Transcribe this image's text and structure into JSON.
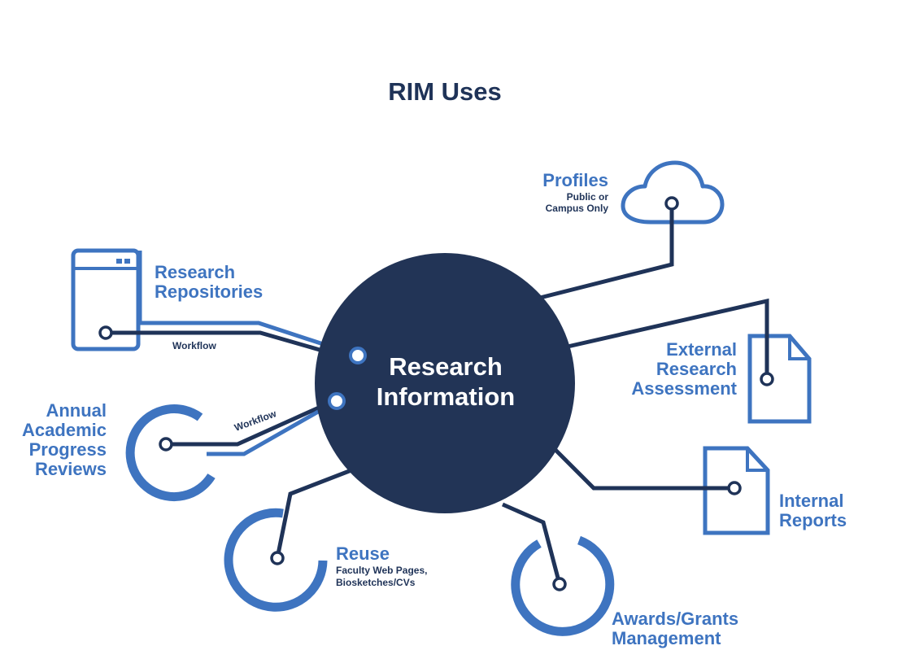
{
  "title": "RIM Uses",
  "center": {
    "line1": "Research",
    "line2": "Information"
  },
  "nodes": {
    "profiles": {
      "title": "Profiles",
      "sub1": "Public or",
      "sub2": "Campus Only"
    },
    "repositories": {
      "line1": "Research",
      "line2": "Repositories",
      "workflow": "Workflow"
    },
    "external": {
      "line1": "External",
      "line2": "Research",
      "line3": "Assessment"
    },
    "annual": {
      "line1": "Annual",
      "line2": "Academic",
      "line3": "Progress",
      "line4": "Reviews",
      "workflow": "Workflow"
    },
    "internal": {
      "line1": "Internal",
      "line2": "Reports"
    },
    "reuse": {
      "title": "Reuse",
      "sub1": "Faculty Web Pages,",
      "sub2": "Biosketches/CVs"
    },
    "awards": {
      "line1": "Awards/Grants",
      "line2": "Management"
    }
  },
  "colors": {
    "dark": "#1f3358",
    "blue": "#3e74c0",
    "background": "#ffffff"
  }
}
